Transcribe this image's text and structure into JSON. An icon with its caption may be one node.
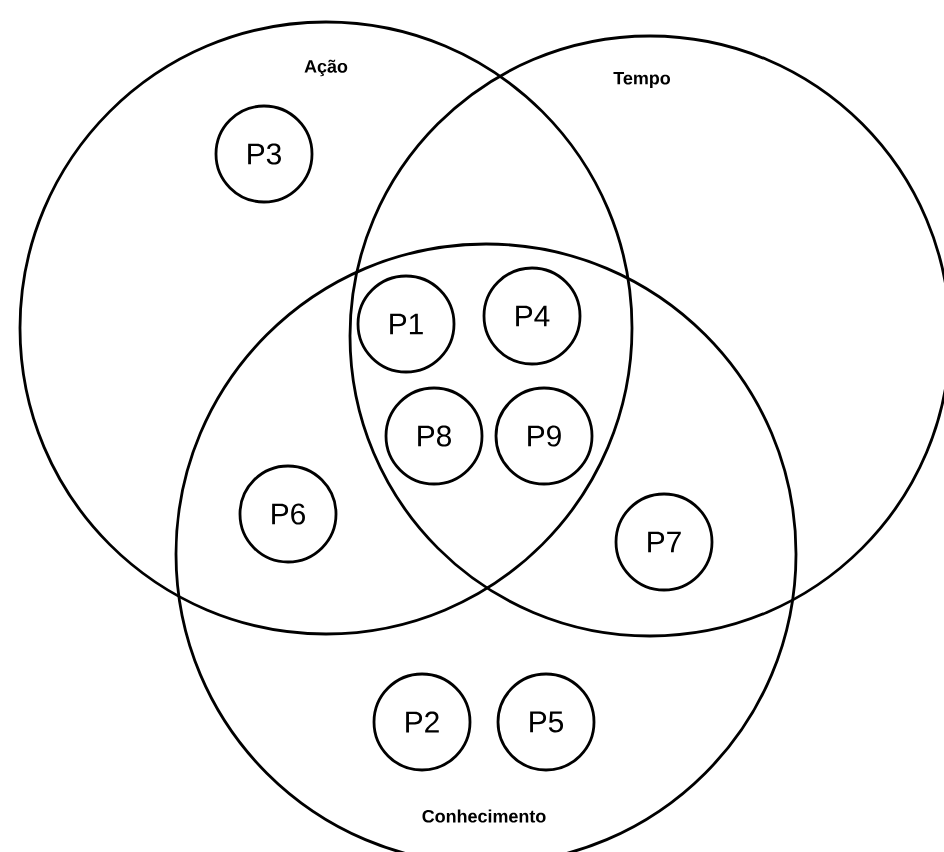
{
  "diagram": {
    "nodes": [
      {
        "text": [
          "Ação"
        ]
      },
      {
        "text": [
          "Tempo"
        ]
      },
      {
        "text": [
          "Conhecimento"
        ]
      },
      {
        "text": [
          "P3"
        ],
        "in": 0
      },
      {
        "text": [
          "P1"
        ]
      },
      {
        "text": [
          "P4"
        ]
      },
      {
        "text": [
          "P8"
        ]
      },
      {
        "text": [
          "P9"
        ]
      },
      {
        "text": [
          "P6"
        ]
      },
      {
        "text": [
          "P7"
        ]
      },
      {
        "text": [
          "P2"
        ],
        "in": 2
      },
      {
        "text": [
          "P5"
        ],
        "in": 2
      }
    ]
  }
}
